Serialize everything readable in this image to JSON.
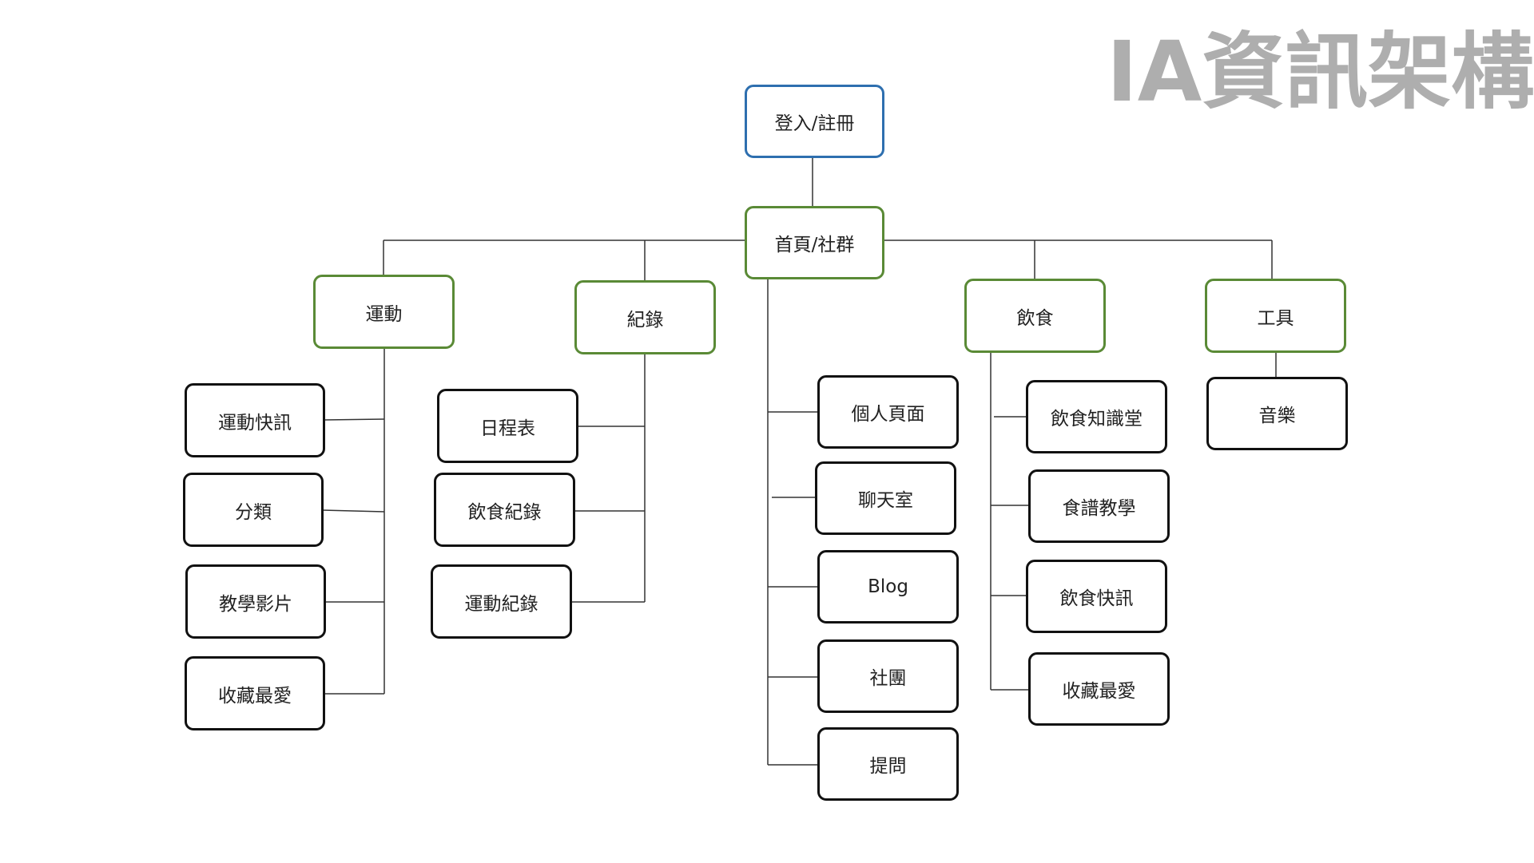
{
  "title": "IA資訊架構",
  "colors": {
    "root_border": "#2e6faf",
    "section_border": "#5a8a36",
    "leaf_border": "#111111",
    "title_text": "#aeaeae"
  },
  "tree": {
    "login": "登入/註冊",
    "home": "首頁/社群",
    "sports": {
      "label": "運動",
      "items": [
        "運動快訊",
        "分類",
        "教學影片",
        "收藏最愛"
      ]
    },
    "records": {
      "label": "紀錄",
      "items": [
        "日程表",
        "飲食紀錄",
        "運動紀錄"
      ]
    },
    "community": {
      "items": [
        "個人頁面",
        "聊天室",
        "Blog",
        "社團",
        "提問"
      ]
    },
    "diet": {
      "label": "飲食",
      "items": [
        "飲食知識堂",
        "食譜教學",
        "飲食快訊",
        "收藏最愛"
      ]
    },
    "tools": {
      "label": "工具",
      "items": [
        "音樂"
      ]
    }
  }
}
